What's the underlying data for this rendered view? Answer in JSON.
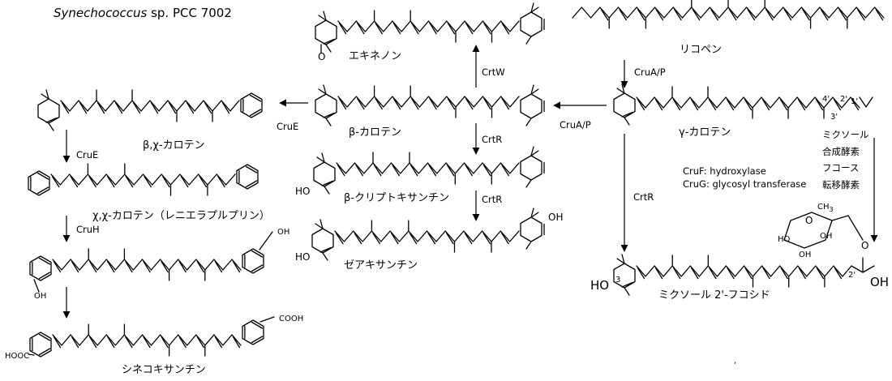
{
  "title": {
    "organism": "Synechococcus",
    "rest": " sp. PCC 7002"
  },
  "compounds": {
    "lycopene": "リコペン",
    "gamma_carotene": "γ-カロテン",
    "beta_carotene": "β-カロテン",
    "echinenone": "エキネノン",
    "beta_chi_carotene": "β,χ-カロテン",
    "chi_chi_carotene": "χ,χ-カロテン（レニエラプルプリン）",
    "beta_cryptoxanthin": "β-クリプトキサンチン",
    "zeaxanthin": "ゼアキサンチン",
    "synechoxanthin": "シネコキサンチン",
    "myxol_fucoside": "ミクソール 2'-フコシド"
  },
  "enzymes": {
    "cruap_1": "CruA/P",
    "cruap_2": "CruA/P",
    "crtw": "CrtW",
    "crue_1": "CruE",
    "crue_2": "CruE",
    "crtr_1": "CrtR",
    "crtr_2": "CrtR",
    "crtr_3": "CrtR",
    "cruh": "CruH"
  },
  "myxol_enzymes": [
    "ミクソール",
    "合成酵素",
    "フコース",
    "転移酵素"
  ],
  "notes": {
    "cruf": "CruF: hydroxylase",
    "crug": "CruG: glycosyl transferase"
  },
  "atoms": {
    "ketone_o": "O",
    "hydroxyl": "HO",
    "oh_chain": "OH",
    "cooh": "COOH",
    "hoooc": "HOOC",
    "ring_o": "O",
    "ch3": "CH",
    "ch3_sub": "3",
    "ho_a": "HO",
    "oh_b": "OH",
    "ho_c": "HO",
    "oh_d": "OH",
    "oh_tail": "OH"
  },
  "locants": {
    "l4p": "4'",
    "l3p": "3'",
    "l2p": "2'",
    "l1p": "1'",
    "l3": "3",
    "l2p_b": "2'"
  },
  "stray_mark": ","
}
